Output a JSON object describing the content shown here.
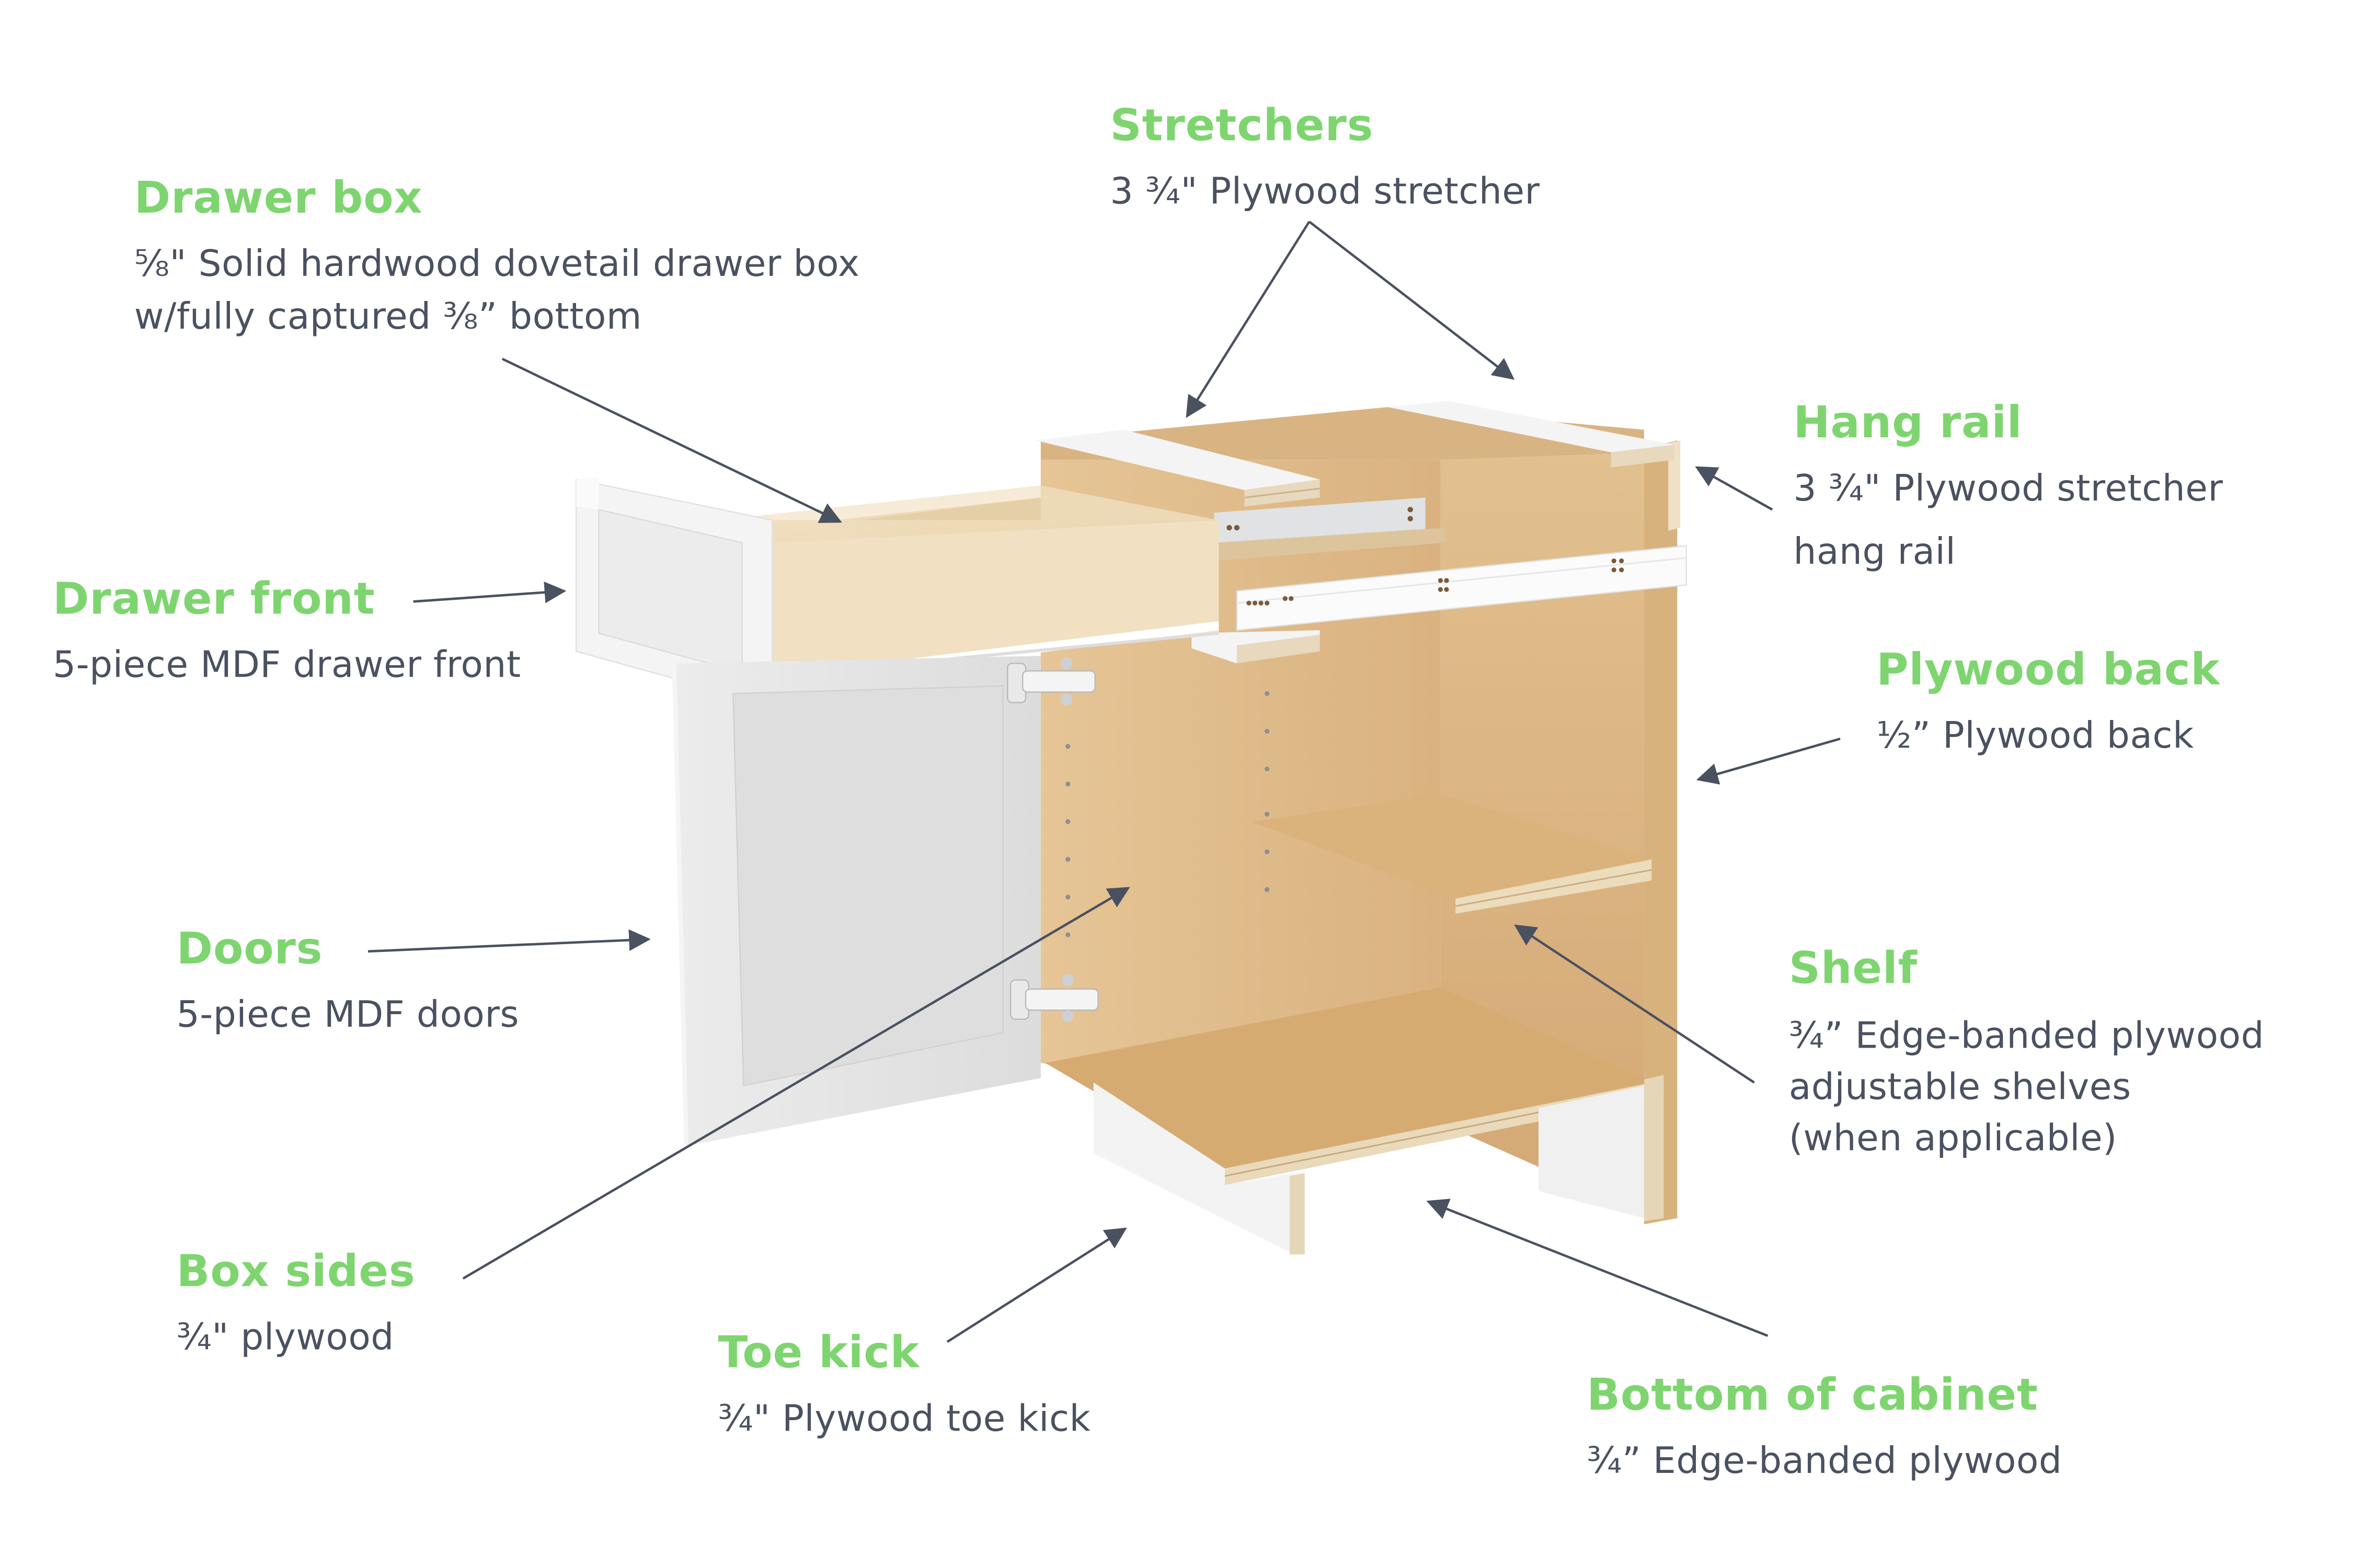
{
  "colors": {
    "label_green": "#7ed56f",
    "text_gray": "#4a5160",
    "arrow": "#4a5160",
    "background": "#ffffff",
    "wood_light": "#e8cfa6",
    "wood_mid": "#dcb98a",
    "wood_dark": "#c9a271",
    "white_panel": "#f2f2f2",
    "door_gray": "#e2e2e2"
  },
  "callouts": {
    "stretchers": {
      "title": "Stretchers",
      "lines": [
        "3 ¾\" Plywood stretcher"
      ]
    },
    "drawer_box": {
      "title": "Drawer box",
      "lines": [
        "⅝\" Solid hardwood dovetail drawer box",
        "w/fully captured ⅜” bottom"
      ]
    },
    "hang_rail": {
      "title": "Hang rail",
      "lines": [
        "3 ¾\" Plywood stretcher",
        "hang rail"
      ]
    },
    "drawer_front": {
      "title": "Drawer front",
      "lines": [
        "5-piece MDF drawer front"
      ]
    },
    "plywood_back": {
      "title": "Plywood back",
      "lines": [
        "½” Plywood back"
      ]
    },
    "doors": {
      "title": "Doors",
      "lines": [
        "5-piece MDF doors"
      ]
    },
    "shelf": {
      "title": "Shelf",
      "lines": [
        "¾” Edge-banded plywood",
        "adjustable shelves",
        "(when applicable)"
      ]
    },
    "box_sides": {
      "title": "Box sides",
      "lines": [
        "¾\" plywood"
      ]
    },
    "toe_kick": {
      "title": "Toe kick",
      "lines": [
        "¾\" Plywood toe kick"
      ]
    },
    "bottom_of_cabinet": {
      "title": "Bottom of cabinet",
      "lines": [
        "¾” Edge-banded plywood"
      ]
    }
  }
}
